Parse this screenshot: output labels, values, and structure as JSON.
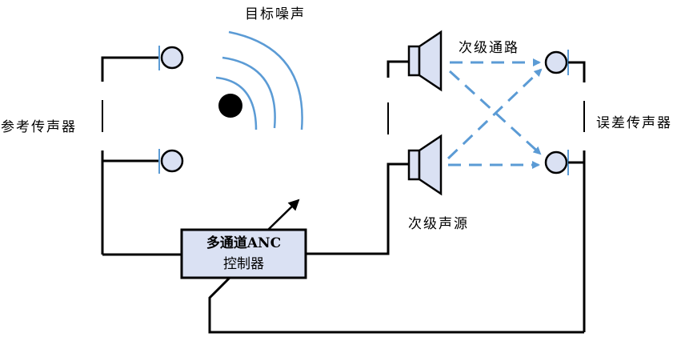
{
  "title": "多通道ANC 系统示意图",
  "labels": {
    "target_noise": "目标噪声",
    "reference_mics": "参考传声器",
    "secondary_path": "次级通路",
    "error_mics": "误差传声器",
    "secondary_source": "次级声源"
  },
  "controller": {
    "line1": "多通道ANC",
    "line2": "控制器"
  },
  "colors": {
    "line": "#000000",
    "wave_blue": "#5b9bd5",
    "fill_light": "#dae1f3",
    "noise_source": "#000000"
  },
  "components": {
    "reference_mic_count": 2,
    "speaker_count": 2,
    "error_mic_count": 2,
    "secondary_paths": [
      "speaker1→error1",
      "speaker1→error2",
      "speaker2→error1",
      "speaker2→error2"
    ]
  }
}
